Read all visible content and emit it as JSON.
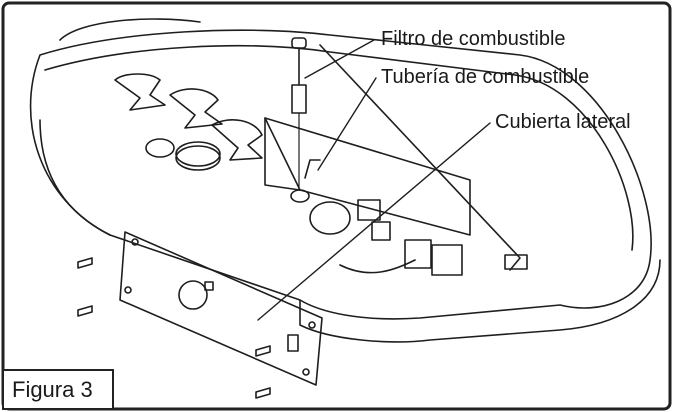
{
  "figure": {
    "caption": "Figura 3",
    "labels": {
      "fuel_filter": "Filtro de combustible",
      "fuel_line": "Tubería de combustible",
      "side_cover": "Cubierta lateral"
    }
  }
}
